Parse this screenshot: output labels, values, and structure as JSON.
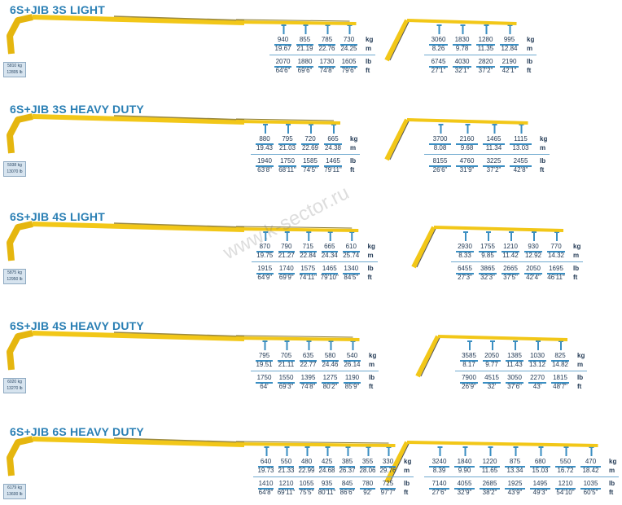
{
  "units": {
    "kg": "kg",
    "m": "m",
    "lb": "lb",
    "ft": "ft"
  },
  "watermark": "www.k-sector.ru",
  "colors": {
    "title": "#2a7fb4",
    "boom": "#f2c718",
    "line": "#3a8ec2",
    "text": "#233a55"
  },
  "sections": [
    {
      "title": "6S+JIB 3S LIGHT",
      "weight_kg": "5810 kg",
      "weight_lb": "12805 lb",
      "extended": {
        "kg": [
          "940",
          "855",
          "785",
          "730"
        ],
        "m": [
          "19.67",
          "21.19",
          "22.76",
          "24.25"
        ],
        "lb": [
          "2070",
          "1880",
          "1730",
          "1605"
        ],
        "ft": [
          "64'6\"",
          "69'6\"",
          "74'8\"",
          "79'6\""
        ]
      },
      "folded": {
        "kg": [
          "3060",
          "1830",
          "1280",
          "995"
        ],
        "m": [
          "8.26",
          "9.78",
          "11.35",
          "12.84"
        ],
        "lb": [
          "6745",
          "4030",
          "2820",
          "2190"
        ],
        "ft": [
          "27'1\"",
          "32'1\"",
          "37'2\"",
          "42'1\""
        ]
      }
    },
    {
      "title": "6S+JIB 3S HEAVY DUTY",
      "weight_kg": "5938 kg",
      "weight_lb": "13070 lb",
      "extended": {
        "kg": [
          "880",
          "795",
          "720",
          "665"
        ],
        "m": [
          "19.43",
          "21.03",
          "22.69",
          "24.38"
        ],
        "lb": [
          "1940",
          "1750",
          "1585",
          "1465"
        ],
        "ft": [
          "63'8\"",
          "68'11\"",
          "74'5\"",
          "79'11\""
        ]
      },
      "folded": {
        "kg": [
          "3700",
          "2160",
          "1465",
          "1115"
        ],
        "m": [
          "8.08",
          "9.68",
          "11.34",
          "13.03"
        ],
        "lb": [
          "8155",
          "4760",
          "3225",
          "2455"
        ],
        "ft": [
          "26'6\"",
          "31'9\"",
          "37'2\"",
          "42'8\""
        ]
      }
    },
    {
      "title": "6S+JIB 4S LIGHT",
      "weight_kg": "5875 kg",
      "weight_lb": "12950 lb",
      "extended": {
        "kg": [
          "870",
          "790",
          "715",
          "665",
          "610"
        ],
        "m": [
          "19.75",
          "21.27",
          "22.84",
          "24.34",
          "25.74"
        ],
        "lb": [
          "1915",
          "1740",
          "1575",
          "1465",
          "1340"
        ],
        "ft": [
          "64'9\"",
          "69'9\"",
          "74'11\"",
          "79'10\"",
          "84'5\""
        ]
      },
      "folded": {
        "kg": [
          "2930",
          "1755",
          "1210",
          "930",
          "770"
        ],
        "m": [
          "8.33",
          "9.85",
          "11.42",
          "12.92",
          "14.32"
        ],
        "lb": [
          "6455",
          "3865",
          "2665",
          "2050",
          "1695"
        ],
        "ft": [
          "27'3\"",
          "32'3\"",
          "37'5\"",
          "42'4\"",
          "46'11\""
        ]
      }
    },
    {
      "title": "6S+JIB 4S HEAVY DUTY",
      "weight_kg": "6020 kg",
      "weight_lb": "13270 lb",
      "extended": {
        "kg": [
          "795",
          "705",
          "635",
          "580",
          "540"
        ],
        "m": [
          "19.51",
          "21.11",
          "22.77",
          "24.46",
          "26.14"
        ],
        "lb": [
          "1750",
          "1550",
          "1395",
          "1275",
          "1190"
        ],
        "ft": [
          "64'",
          "69'3\"",
          "74'8\"",
          "80'2\"",
          "85'9\""
        ]
      },
      "folded": {
        "kg": [
          "3585",
          "2050",
          "1385",
          "1030",
          "825"
        ],
        "m": [
          "8.17",
          "9.77",
          "11.43",
          "13.12",
          "14.82"
        ],
        "lb": [
          "7900",
          "4515",
          "3050",
          "2270",
          "1815"
        ],
        "ft": [
          "26'9\"",
          "32'",
          "37'6\"",
          "43'",
          "48'7\""
        ]
      }
    },
    {
      "title": "6S+JIB 6S HEAVY DUTY",
      "weight_kg": "6179 kg",
      "weight_lb": "13600 lb",
      "extended": {
        "kg": [
          "640",
          "550",
          "480",
          "425",
          "385",
          "355",
          "330"
        ],
        "m": [
          "19.73",
          "21.33",
          "22.99",
          "24.68",
          "26.37",
          "28.06",
          "29.76"
        ],
        "lb": [
          "1410",
          "1210",
          "1055",
          "935",
          "845",
          "780",
          "725"
        ],
        "ft": [
          "64'8\"",
          "69'11\"",
          "75'5\"",
          "80'11\"",
          "86'6\"",
          "92'",
          "97'7\""
        ]
      },
      "folded": {
        "kg": [
          "3240",
          "1840",
          "1220",
          "875",
          "680",
          "550",
          "470"
        ],
        "m": [
          "8.39",
          "9.90",
          "11.65",
          "13.34",
          "15.03",
          "16.72",
          "18.42"
        ],
        "lb": [
          "7140",
          "4055",
          "2685",
          "1925",
          "1495",
          "1210",
          "1035"
        ],
        "ft": [
          "27'6\"",
          "32'9\"",
          "38'2\"",
          "43'9\"",
          "49'3\"",
          "54'10\"",
          "60'5\""
        ]
      }
    }
  ]
}
